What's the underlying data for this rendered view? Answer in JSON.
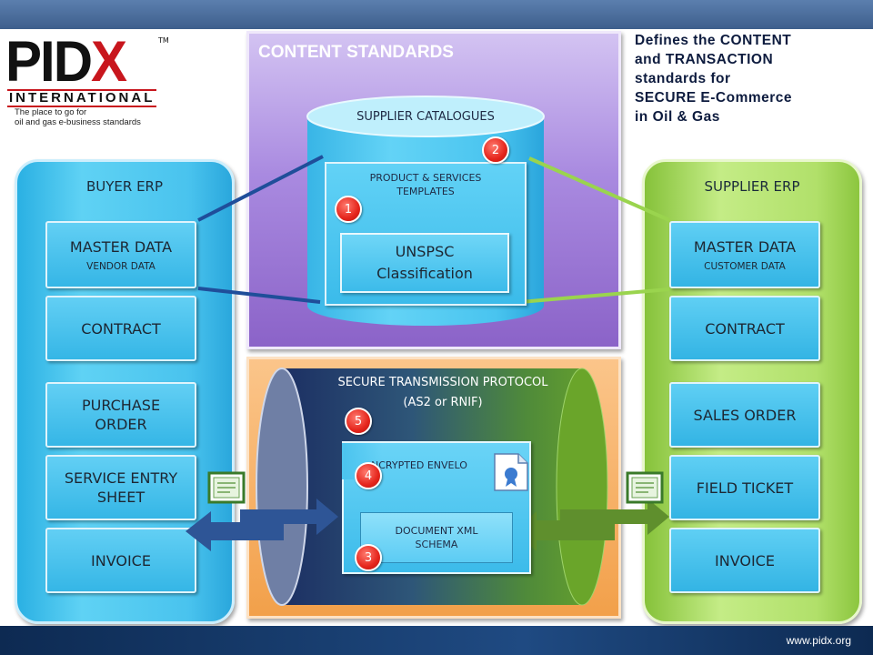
{
  "logo": {
    "brand_pid": "PID",
    "brand_x": "X",
    "trademark": "TM",
    "international": "INTERNATIONAL",
    "tagline_line1": "The place to go for",
    "tagline_line2": "oil and gas e-business standards"
  },
  "note": {
    "line1": "Defines the CONTENT",
    "line2": "and TRANSACTION",
    "line3": "standards for",
    "line4": "SECURE E-Commerce",
    "line5": "in Oil & Gas"
  },
  "buyer_erp": {
    "title": "BUYER ERP",
    "master_data": "MASTER DATA",
    "master_data_sub": "VENDOR DATA",
    "contract": "CONTRACT",
    "purchase_order_l1": "PURCHASE",
    "purchase_order_l2": "ORDER",
    "service_entry_l1": "SERVICE ENTRY",
    "service_entry_l2": "SHEET",
    "invoice": "INVOICE"
  },
  "supplier_erp": {
    "title": "SUPPLIER ERP",
    "master_data": "MASTER DATA",
    "master_data_sub": "CUSTOMER DATA",
    "contract": "CONTRACT",
    "sales_order": "SALES ORDER",
    "field_ticket": "FIELD TICKET",
    "invoice": "INVOICE"
  },
  "content_standards": {
    "title": "CONTENT STANDARDS",
    "catalogues": "SUPPLIER CATALOGUES",
    "templates_l1": "PRODUCT & SERVICES",
    "templates_l2": "TEMPLATES",
    "unspsc_l1": "UNSPSC",
    "unspsc_l2": "Classification"
  },
  "transaction_standards": {
    "title": "TRANSACTION STANDARDS",
    "protocol_l1": "SECURE TRANSMISSION PROTOCOL",
    "protocol_l2": "(AS2 or RNIF)",
    "envelope": "NCRYPTED ENVELO",
    "xml_l1": "DOCUMENT XML",
    "xml_l2": "SCHEMA"
  },
  "badges": {
    "b1": "1",
    "b2": "2",
    "b3": "3",
    "b4": "4",
    "b5": "5"
  },
  "footer": {
    "url": "www.pidx.org"
  },
  "colors": {
    "buyer": "#3cbde9",
    "supplier": "#a9dc5f",
    "content": "#a98ae0",
    "transaction": "#f5ad5c",
    "badge": "#e5251c",
    "blue_arrow": "#2e5596",
    "green_arrow": "#5a8a2a"
  }
}
